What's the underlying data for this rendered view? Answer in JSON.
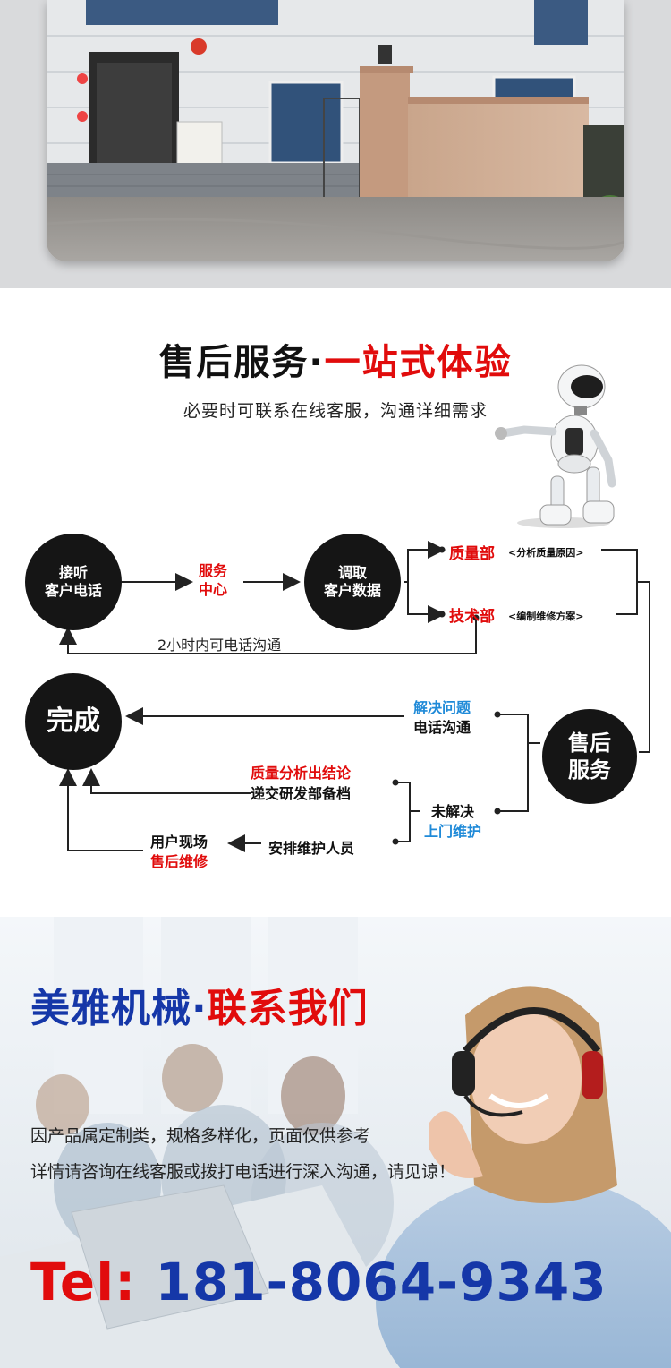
{
  "service": {
    "title_main": "售后服务",
    "title_dot": "·",
    "title_accent": "一站式体验",
    "subtitle": "必要时可联系在线客服，沟通详细需求"
  },
  "flow": {
    "answer_line1": "接听",
    "answer_line2": "客户电话",
    "center_line1": "服务",
    "center_line2": "中心",
    "fetch_line1": "调取",
    "fetch_line2": "客户数据",
    "quality_dept": "质量部",
    "quality_note": "<分析质量原因>",
    "tech_dept": "技术部",
    "tech_note": "<编制维修方案>",
    "two_hours": "2小时内可电话沟通",
    "done": "完成",
    "solved_line1": "解决问题",
    "solved_line2": "电话沟通",
    "aftersale_line1": "售后",
    "aftersale_line2": "服务",
    "conclusion_line1": "质量分析出结论",
    "conclusion_line2": "递交研发部备档",
    "unsolved_line1": "未解决",
    "unsolved_line2": "上门维护",
    "onsite_line1": "用户现场",
    "onsite_line2": "售后维修",
    "arrange": "安排维护人员"
  },
  "contact": {
    "title_brand": "美雅机械",
    "title_dot": "·",
    "title_accent": "联系我们",
    "line1": "因产品属定制类，规格多样化，页面仅供参考",
    "line2": "详情请咨询在线客服或拨打电话进行深入沟通，请见谅！",
    "tel_label": "Tel:",
    "tel_number": "181-8064-9343"
  },
  "colors": {
    "accent_red": "#e10c0c",
    "brand_blue": "#1537a8",
    "info_blue": "#1f8ad8",
    "circle_black": "#151515"
  },
  "icons": [
    "robot-icon",
    "arrow-icon"
  ]
}
